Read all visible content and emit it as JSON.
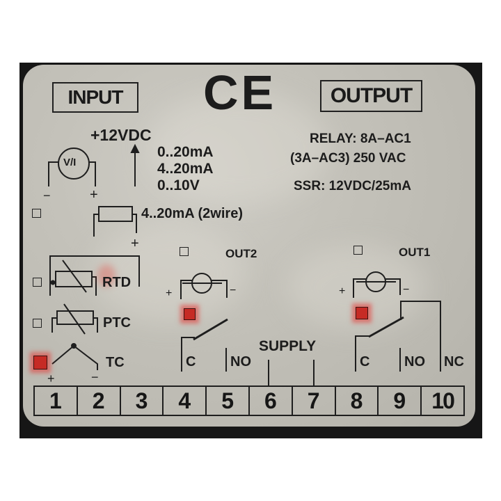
{
  "label": {
    "input_title": "INPUT",
    "output_title": "OUTPUT",
    "ce_mark": "CE",
    "input": {
      "supply": "+12VDC",
      "ranges": [
        "0..20mA",
        "4..20mA",
        "0..10V"
      ],
      "vi_symbol": "V/I",
      "vi_minus": "−",
      "vi_plus": "+",
      "two_wire": "4..20mA  (2wire)",
      "two_wire_plus": "+",
      "sensors": [
        {
          "label": "RTD",
          "selected": false
        },
        {
          "label": "PTC",
          "selected": false
        },
        {
          "label": "TC",
          "selected": true
        }
      ],
      "two_wire_selected": false,
      "tc_plus": "+",
      "tc_minus": "−"
    },
    "output": {
      "relay_line1": "RELAY: 8A–AC1",
      "relay_line2": "(3A–AC3) 250 VAC",
      "ssr": "SSR:  12VDC/25mA"
    },
    "out2": {
      "label": "OUT2",
      "ssr_selected": false,
      "relay_selected": true,
      "plus": "+",
      "minus": "−",
      "c": "C",
      "no": "NO"
    },
    "out1": {
      "label": "OUT1",
      "ssr_selected": false,
      "relay_selected": true,
      "plus": "+",
      "minus": "−",
      "c": "C",
      "no": "NO",
      "nc": "NC"
    },
    "supply": "SUPPLY",
    "terminals": [
      "1",
      "2",
      "3",
      "4",
      "5",
      "6",
      "7",
      "8",
      "9",
      "10"
    ],
    "colors": {
      "plate": "#c4c2ba",
      "ink": "#1c1c1c",
      "mark": "#c62b25",
      "frame": "#161616"
    }
  }
}
